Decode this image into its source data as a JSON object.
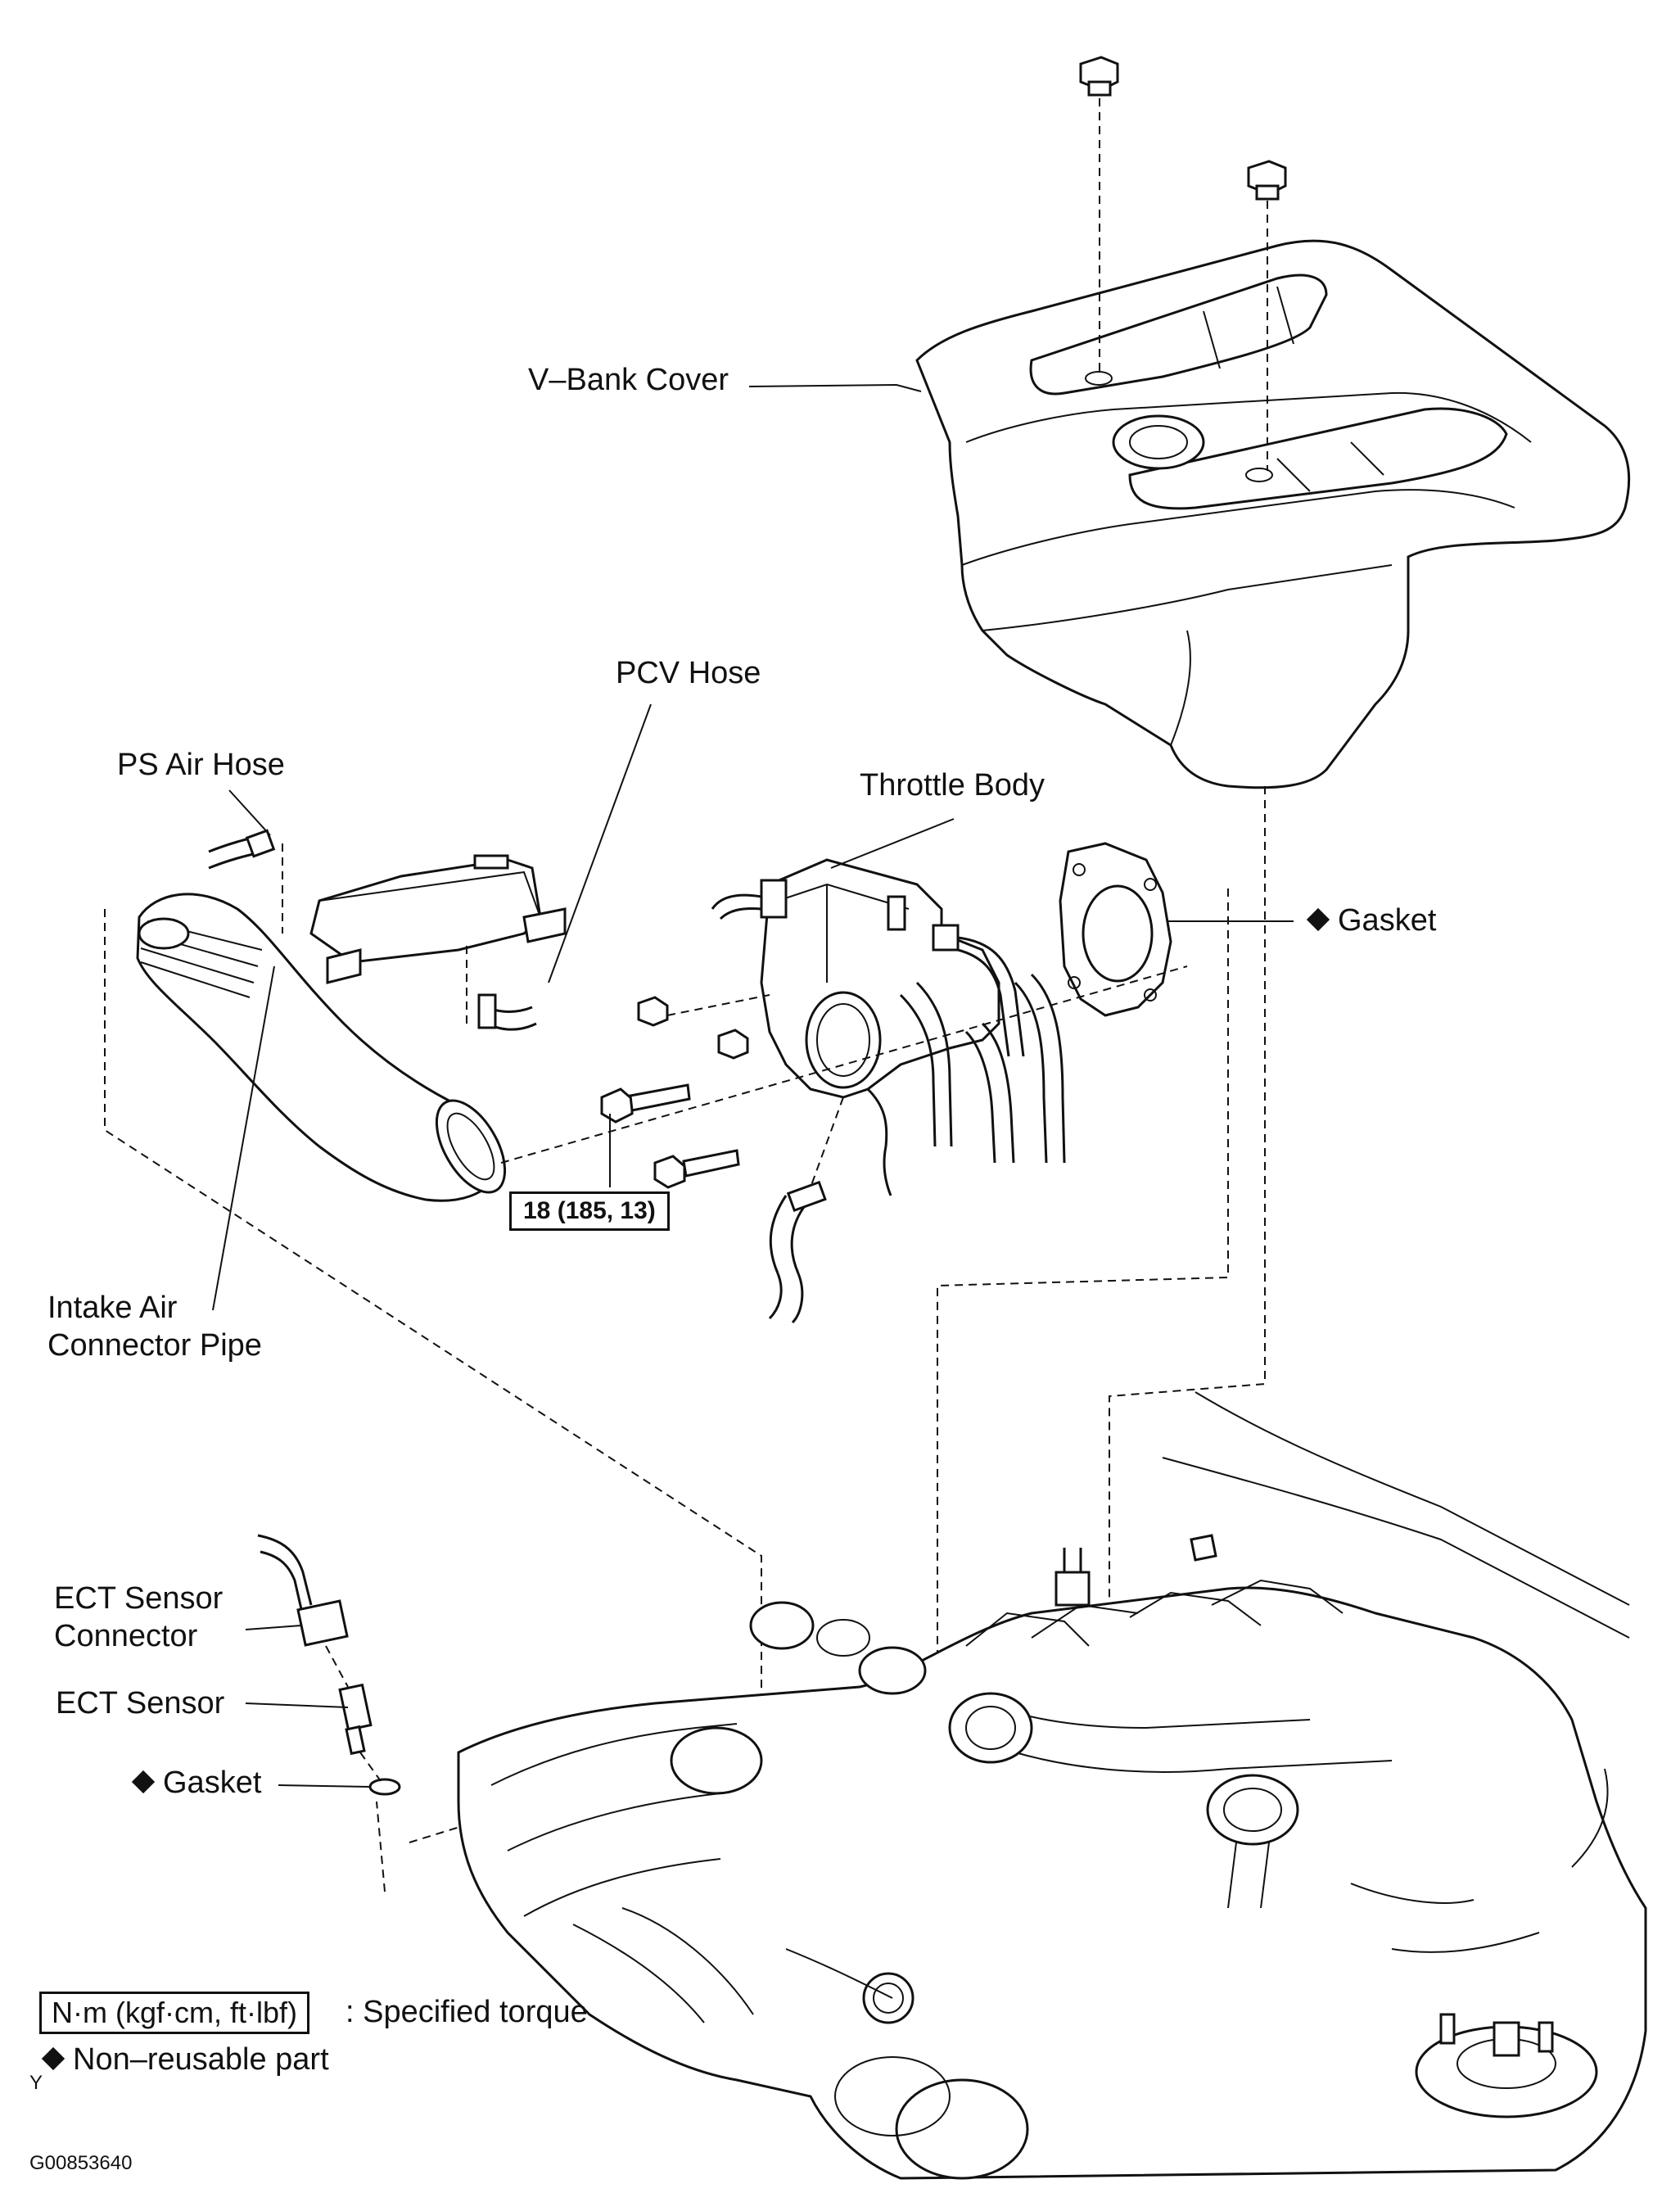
{
  "labels": {
    "v_bank_cover": "V–Bank Cover",
    "pcv_hose": "PCV Hose",
    "ps_air_hose": "PS Air Hose",
    "throttle_body": "Throttle Body",
    "gasket_throttle": "Gasket",
    "intake_pipe_line1": "Intake Air",
    "intake_pipe_line2": "Connector Pipe",
    "ect_connector_line1": "ECT Sensor",
    "ect_connector_line2": "Connector",
    "ect_sensor": "ECT Sensor",
    "gasket_ect": "Gasket"
  },
  "torque_spec": "18 (185, 13)",
  "legend": {
    "torque_unit": "N·m (kgf·cm, ft·lbf)",
    "torque_desc": ": Specified torque",
    "nonreusable_desc": "Non–reusable part"
  },
  "corner_mark": "Y",
  "figure_id": "G00853640",
  "icons": {
    "nonreusable": "diamond-icon"
  }
}
